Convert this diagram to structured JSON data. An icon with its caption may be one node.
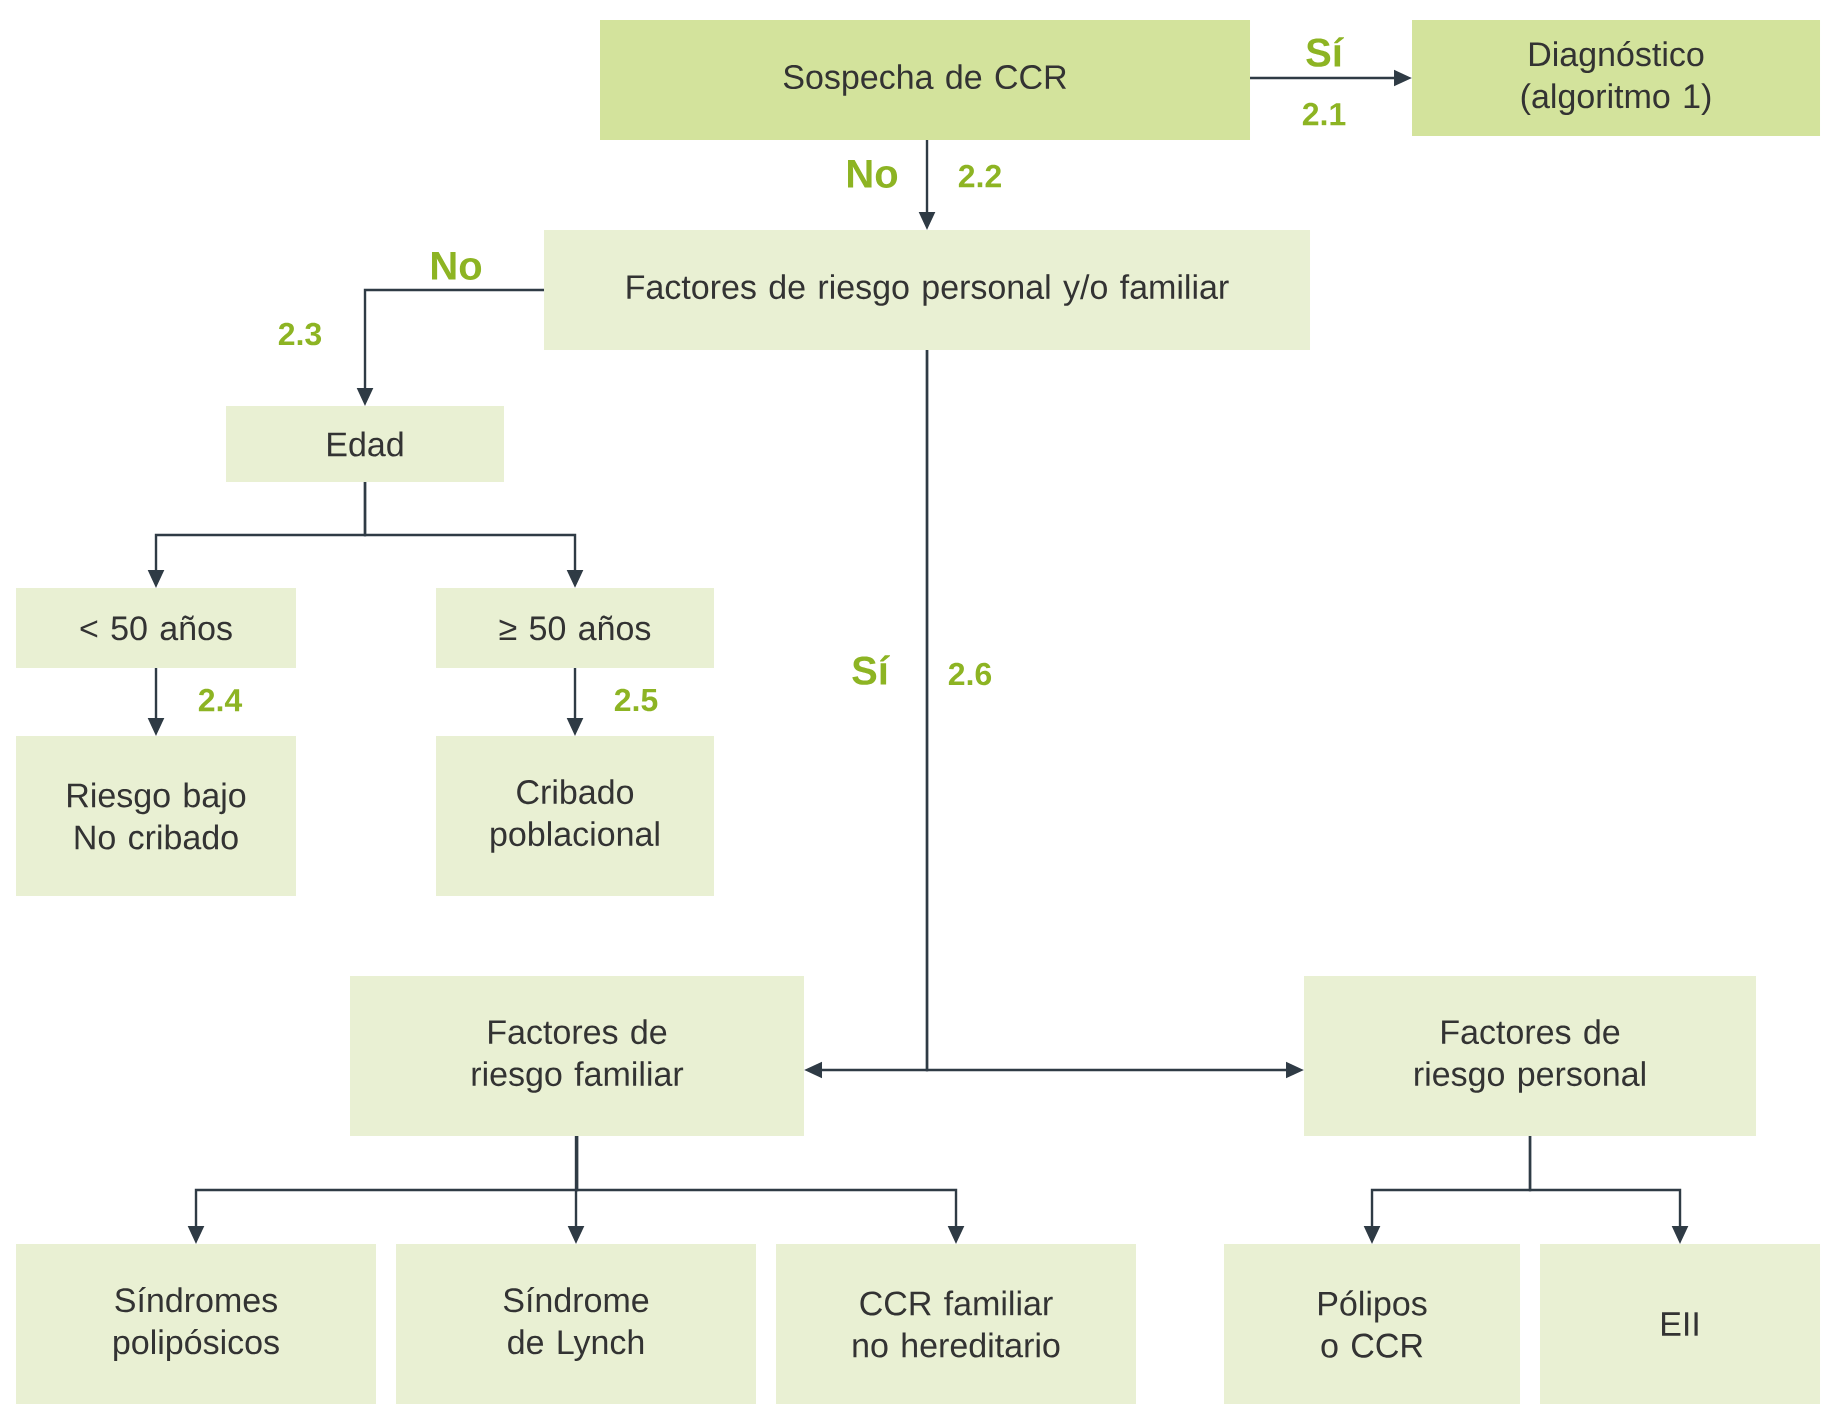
{
  "diagram": {
    "nodes": [
      {
        "text": [
          "Sospecha de CCR"
        ]
      },
      {
        "text": [
          "Diagnóstico (algoritmo 1)"
        ]
      },
      {
        "text": [
          "Factores de riesgo personal y/o familiar"
        ]
      },
      {
        "text": [
          "Edad"
        ]
      },
      {
        "text": [
          "< 50 años"
        ]
      },
      {
        "text": [
          "≥ 50 años"
        ]
      },
      {
        "text": [
          "Riesgo bajo No cribado"
        ]
      },
      {
        "text": [
          "Cribado poblacional"
        ]
      },
      {
        "text": [
          "Factores de riesgo familiar"
        ]
      },
      {
        "text": [
          "Factores de riesgo personal"
        ]
      },
      {
        "text": [
          "Síndromes polipósicos"
        ]
      },
      {
        "text": [
          "Síndrome de Lynch"
        ]
      },
      {
        "text": [
          "CCR familiar no hereditario"
        ]
      },
      {
        "text": [
          "Pólipos o CCR"
        ]
      },
      {
        "text": [
          "EII"
        ]
      }
    ],
    "edges": [
      {
        "from": 0,
        "to": 1,
        "arrow": "to",
        "label": "Sí"
      },
      {
        "from": 0,
        "to": 2,
        "arrow": "to",
        "label": "No"
      },
      {
        "from": 2,
        "to": 3,
        "arrow": "to",
        "label": "No"
      },
      {
        "from": 3,
        "to": 4,
        "arrow": "to"
      },
      {
        "from": 3,
        "to": 5,
        "arrow": "to"
      },
      {
        "from": 4,
        "to": 6,
        "arrow": "to"
      },
      {
        "from": 5,
        "to": 7,
        "arrow": "to"
      },
      {
        "from": 2,
        "to": 8,
        "arrow": "to",
        "label": "Sí"
      },
      {
        "from": 2,
        "to": 9,
        "arrow": "to"
      },
      {
        "from": 8,
        "to": 10,
        "arrow": "to"
      },
      {
        "from": 8,
        "to": 11,
        "arrow": "to"
      },
      {
        "from": 8,
        "to": 12,
        "arrow": "to"
      },
      {
        "from": 9,
        "to": 13,
        "arrow": "to"
      },
      {
        "from": 9,
        "to": 14,
        "arrow": "to"
      }
    ],
    "labels": [
      "2.1",
      "2.2",
      "2.3",
      "2.4",
      "2.5",
      "2.6"
    ]
  }
}
